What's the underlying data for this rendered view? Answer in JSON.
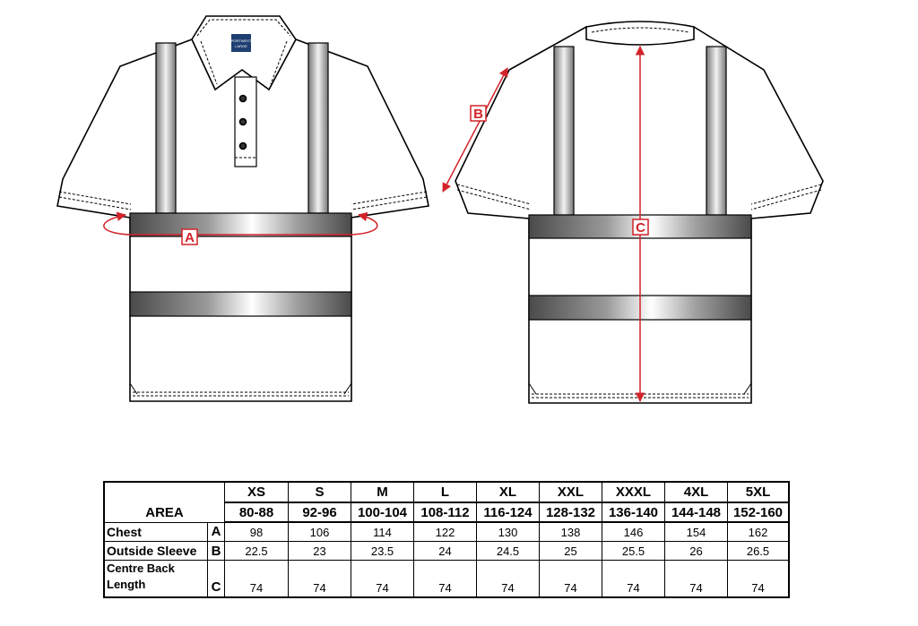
{
  "garment": {
    "brand_badge_line1": "PORTWEST",
    "brand_badge_line2": "LARGE",
    "measure_labels": {
      "chest": "A",
      "sleeve": "B",
      "back": "C"
    }
  },
  "colors": {
    "outline": "#000000",
    "measure_line": "#d2232a",
    "reflective_tape": "#6e6e6e",
    "badge": "#1f3f73"
  },
  "size_table": {
    "area_label": "AREA",
    "sizes": [
      "XS",
      "S",
      "M",
      "L",
      "XL",
      "XXL",
      "XXXL",
      "4XL",
      "5XL"
    ],
    "ranges": [
      "80-88",
      "92-96",
      "100-104",
      "108-112",
      "116-124",
      "128-132",
      "136-140",
      "144-148",
      "152-160"
    ],
    "rows": [
      {
        "name": "Chest",
        "code": "A",
        "values": [
          "98",
          "106",
          "114",
          "122",
          "130",
          "138",
          "146",
          "154",
          "162"
        ]
      },
      {
        "name": "Outside Sleeve",
        "code": "B",
        "values": [
          "22.5",
          "23",
          "23.5",
          "24",
          "24.5",
          "25",
          "25.5",
          "26",
          "26.5"
        ]
      },
      {
        "name_line1": "Centre Back",
        "name_line2": "Length",
        "code": "C",
        "values": [
          "74",
          "74",
          "74",
          "74",
          "74",
          "74",
          "74",
          "74",
          "74"
        ]
      }
    ]
  }
}
